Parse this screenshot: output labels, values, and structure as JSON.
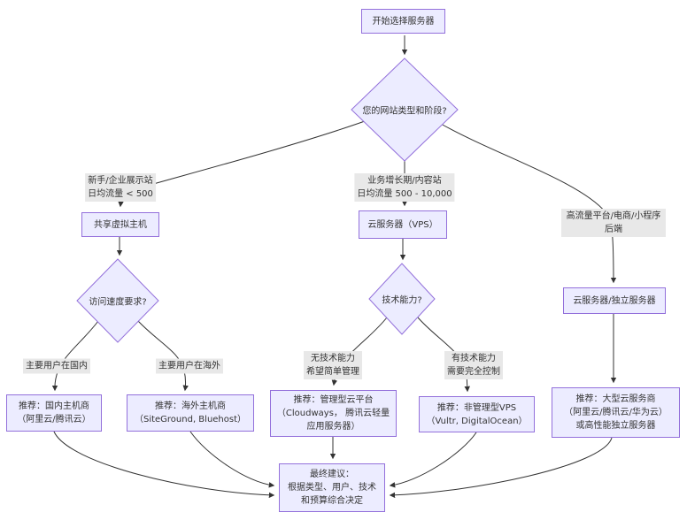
{
  "diagram": {
    "type": "flowchart",
    "topic": "server-selection-decision-tree",
    "nodes": {
      "start": "开始选择服务器",
      "q_site": "您的网站类型和阶段?",
      "shared": "共享虚拟主机",
      "vps": "云服务器（VPS）",
      "cloud_dedicated": "云服务器/独立服务器",
      "q_speed": "访问速度要求?",
      "q_tech": "技术能力?",
      "rec_domestic": "推荐：国内主机商\n（阿里云/腾讯云）",
      "rec_overseas": "推荐：海外主机商\n（SiteGround, Bluehost）",
      "rec_managed": "推荐：管理型云平台\n（Cloudways， 腾讯云轻量\n应用服务器）",
      "rec_unmanaged": "推荐：非管理型VPS\n（Vultr, DigitalOcean）",
      "rec_large_cloud": "推荐：大型云服务商\n（阿里云/腾讯云/华为云）\n或高性能独立服务器",
      "final": "最终建议：\n根据类型、用户、技术\n和预算综合决定"
    },
    "edge_labels": {
      "beginner": "新手/企业展示站\n日均流量 < 500",
      "growth": "业务增长期/内容站\n日均流量 500 - 10,000",
      "high_traffic": "高流量平台/电商/小程序后端",
      "users_domestic": "主要用户在国内",
      "users_overseas": "主要用户在海外",
      "no_tech": "无技术能力\n希望简单管理",
      "has_tech": "有技术能力\n需要完全控制"
    },
    "colors": {
      "node_fill": "#ECECFF",
      "node_border": "#9370DB",
      "edge_label_bg": "#e8e8e8",
      "line": "#333333",
      "background": "#ffffff"
    }
  }
}
